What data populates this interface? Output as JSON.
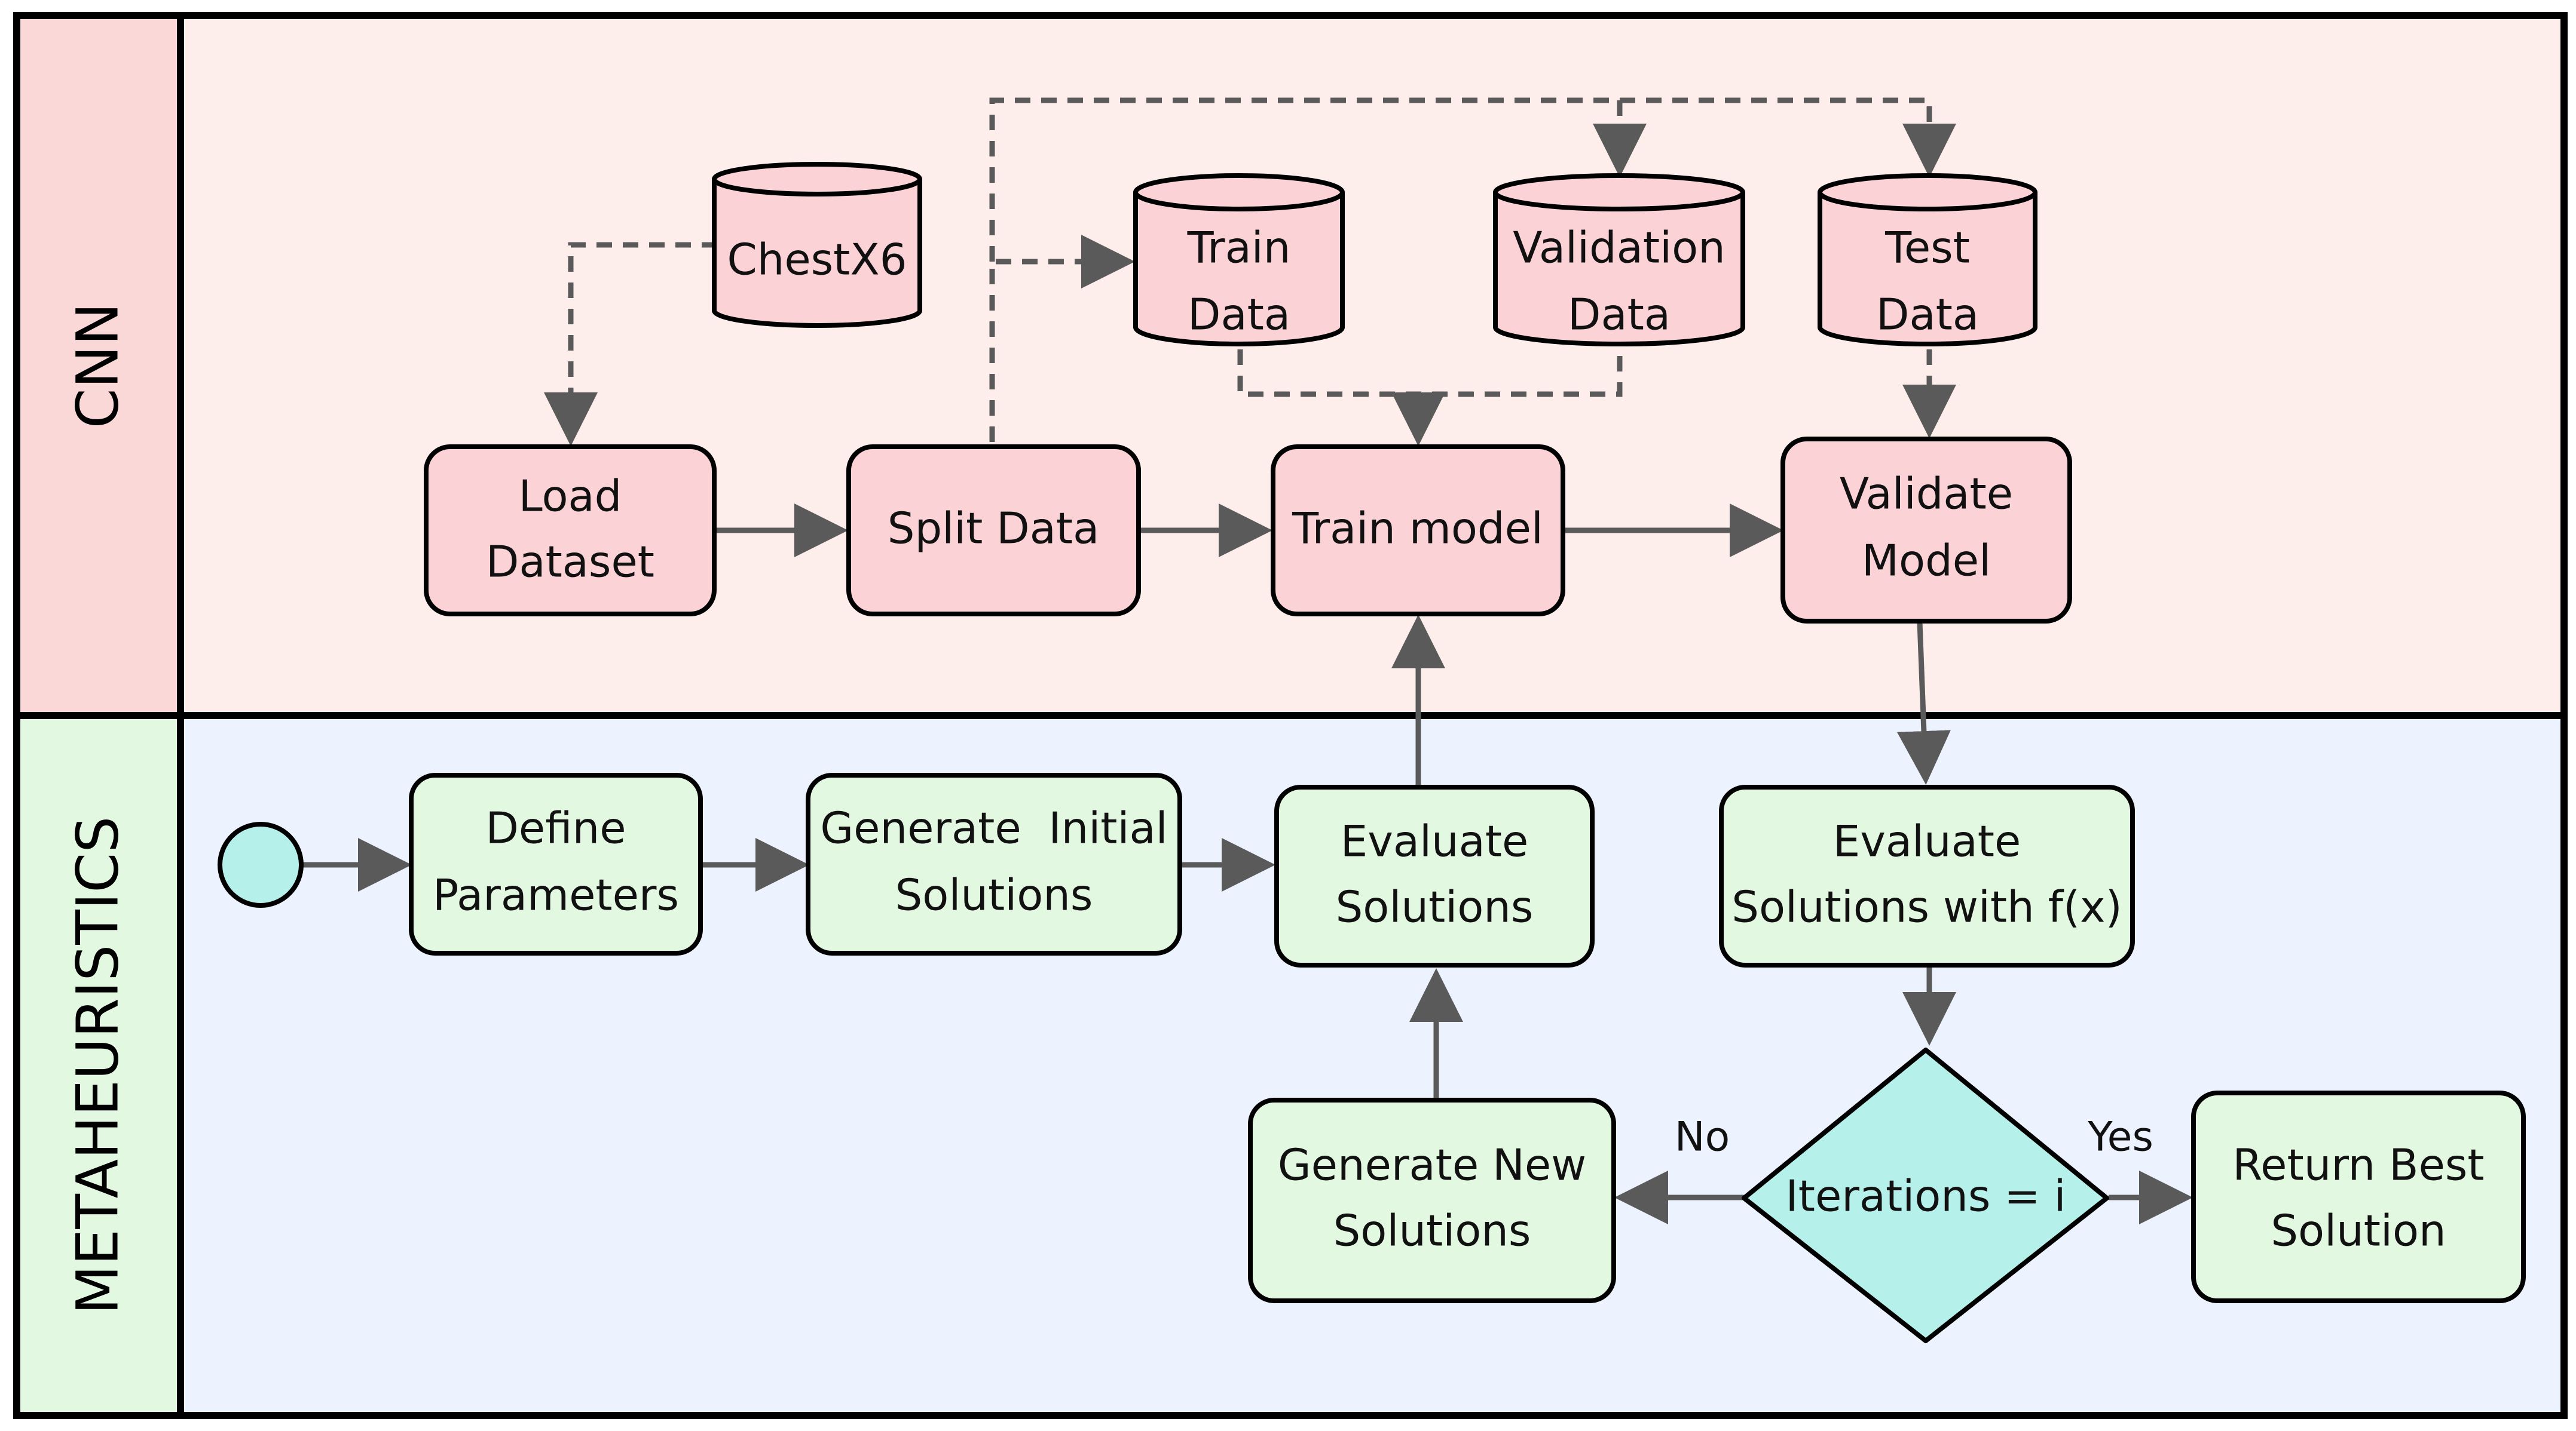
{
  "lanes": {
    "cnn": {
      "title": "CNN",
      "header_color": "#fad8d8",
      "body_color": "#fdeeec"
    },
    "meta": {
      "title": "METAHEURISTICS",
      "header_color": "#e3f8e0",
      "body_color": "#ecf3ff"
    }
  },
  "databases": {
    "chestx6": "ChestX6",
    "train": {
      "line1": "Train",
      "line2": "Data"
    },
    "validation": {
      "line1": "Validation",
      "line2": "Data"
    },
    "test": {
      "line1": "Test",
      "line2": "Data"
    }
  },
  "processes": {
    "load_dataset": {
      "line1": "Load",
      "line2": "Dataset"
    },
    "split_data": "Split Data",
    "train_model": "Train model",
    "validate_model": {
      "line1": "Validate",
      "line2": "Model"
    },
    "define_parameters": {
      "line1": "Define",
      "line2": "Parameters"
    },
    "generate_initial": {
      "line1": "Generate  Initial",
      "line2": "Solutions"
    },
    "evaluate_solutions": {
      "line1": "Evaluate",
      "line2": "Solutions"
    },
    "evaluate_fx": {
      "line1": "Evaluate",
      "line2": "Solutions with f(x)"
    },
    "generate_new": {
      "line1": "Generate New",
      "line2": "Solutions"
    },
    "return_best": {
      "line1": "Return Best",
      "line2": "Solution"
    }
  },
  "decision": {
    "label": "Iterations = i",
    "no": "No",
    "yes": "Yes"
  },
  "colors": {
    "cnn_node": "#fbd2d6",
    "meta_node": "#e2f8e0",
    "start_node": "#b5f1ea",
    "decision_node": "#b5f1ea",
    "edge": "#5a5a5a"
  }
}
